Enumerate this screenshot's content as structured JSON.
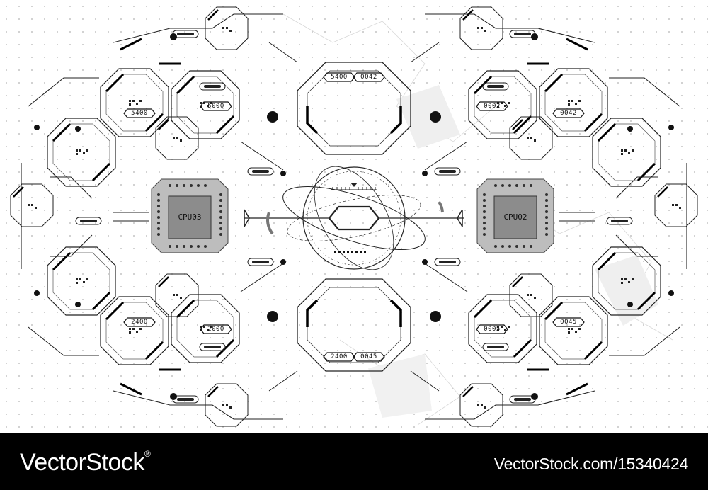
{
  "hud": {
    "chips": [
      {
        "id": "cpu-left",
        "label": "CPU03"
      },
      {
        "id": "cpu-right",
        "label": "CPU02"
      }
    ],
    "readouts": [
      {
        "id": "top-center-1",
        "text": "5400"
      },
      {
        "id": "top-center-2",
        "text": "0042"
      },
      {
        "id": "upper-left-1",
        "text": "5000"
      },
      {
        "id": "upper-left-2",
        "text": "5400"
      },
      {
        "id": "upper-right-1",
        "text": "0002"
      },
      {
        "id": "upper-right-2",
        "text": "0042"
      },
      {
        "id": "lower-left-1",
        "text": "2000"
      },
      {
        "id": "lower-left-2",
        "text": "2400"
      },
      {
        "id": "lower-right-1",
        "text": "0005"
      },
      {
        "id": "lower-right-2",
        "text": "0045"
      },
      {
        "id": "bottom-center-1",
        "text": "2400"
      },
      {
        "id": "bottom-center-2",
        "text": "0045"
      }
    ]
  },
  "footer": {
    "brand": "VectorStock",
    "registered_mark": "®",
    "url": "VectorStock.com/15340424"
  },
  "colors": {
    "background": "#ffffff",
    "line": "#222222",
    "accent_black": "#000000",
    "chip_gray": "#8c8c8c",
    "chip_frame": "#bdbdbd",
    "footer": "#000000"
  }
}
